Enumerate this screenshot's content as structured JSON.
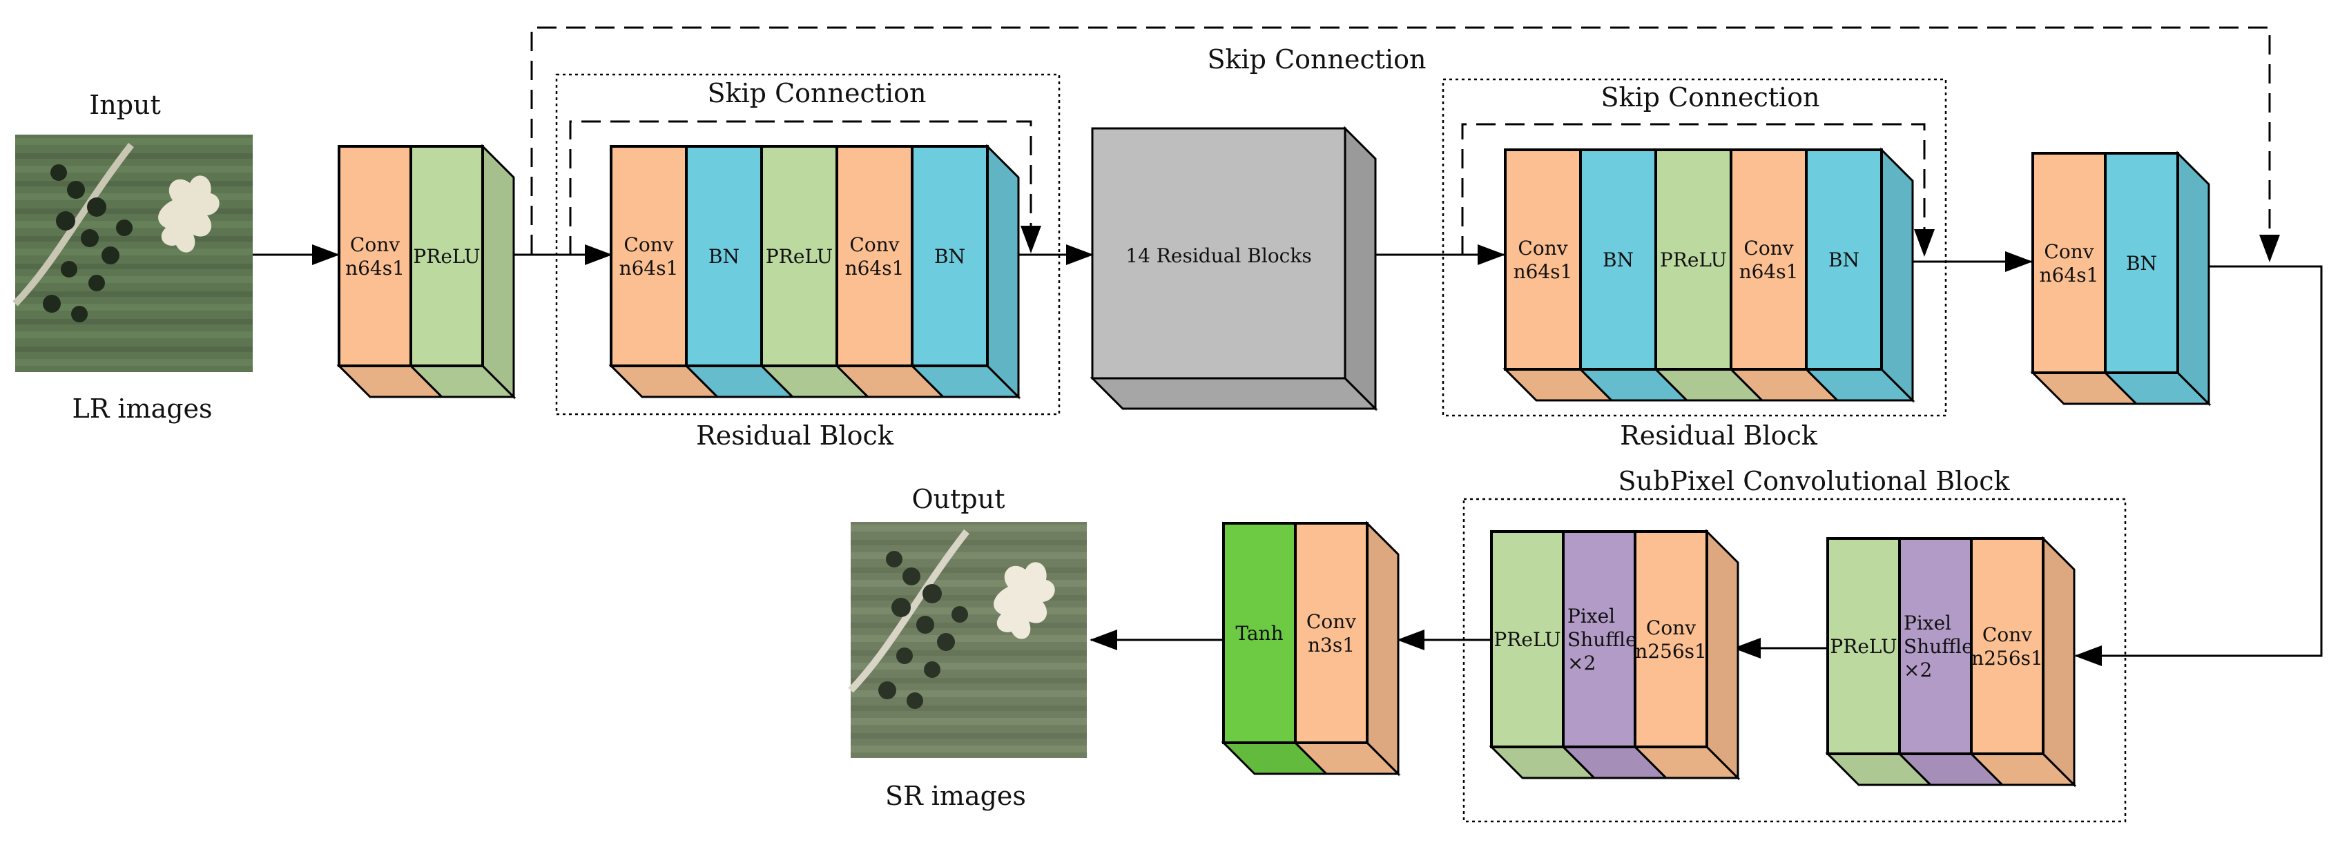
{
  "labels": {
    "input_title": "Input",
    "input_caption": "LR images",
    "output_title": "Output",
    "output_caption": "SR images",
    "skip_outer": "Skip Connection",
    "skip_rb1": "Skip Connection",
    "skip_rb2": "Skip Connection",
    "residual_block_1": "Residual Block",
    "residual_block_2": "Residual Block",
    "subpixel_block": "SubPixel Convolutional Block",
    "residual_blocks_14": "14 Residual Blocks"
  },
  "layers": {
    "conv": [
      "Conv",
      "n64s1"
    ],
    "prelu": "PReLU",
    "bn": "BN",
    "pixel_shuffle": [
      "Pixel",
      "Shuffle",
      "×2"
    ],
    "conv256": [
      "Conv",
      "n256s1"
    ],
    "conv3": [
      "Conv",
      "n3s1"
    ],
    "tanh": "Tanh"
  },
  "colors": {
    "conv": "#FBBF91",
    "prelu": "#BCD9A0",
    "bn": "#6ECCDF",
    "pixel_shuffle": "#B39BC8",
    "tanh": "#6CCB42",
    "residual_14": "#BEBEBE"
  }
}
